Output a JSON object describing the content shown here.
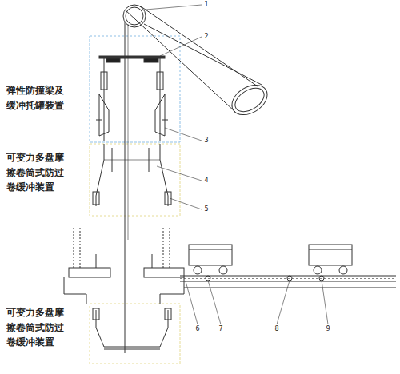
{
  "diagram": {
    "labels": [
      "弹性防撞梁及缓冲托罐装置",
      "可变力多盘摩擦卷筒式防过卷缓冲装置",
      "可变力多盘摩擦卷筒式防过卷缓冲装置",
      "1",
      "2",
      "3",
      "4",
      "5",
      "6",
      "7",
      "8",
      "9"
    ]
  }
}
